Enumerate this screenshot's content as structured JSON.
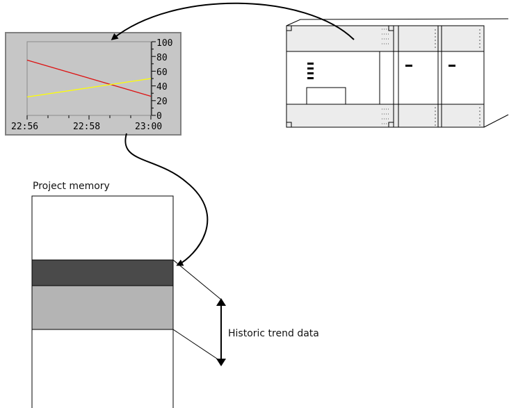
{
  "trend_chart": {
    "y_ticks": [
      "100",
      "80",
      "60",
      "40",
      "20",
      "0"
    ],
    "x_ticks": [
      "22:56",
      "22:58",
      "23:00"
    ],
    "series": [
      {
        "color": "#dd1111",
        "start": 75,
        "end": 26
      },
      {
        "color": "#ffff00",
        "start": 25,
        "end": 50
      }
    ],
    "ylim": [
      0,
      100
    ]
  },
  "memory": {
    "title": "Project memory",
    "annotation": "Historic trend data"
  },
  "colors": {
    "chart_frame": "#c6c6c6",
    "memory_dark": "#4a4a4a",
    "memory_light": "#b4b4b4",
    "plc_body": "#ececec"
  }
}
